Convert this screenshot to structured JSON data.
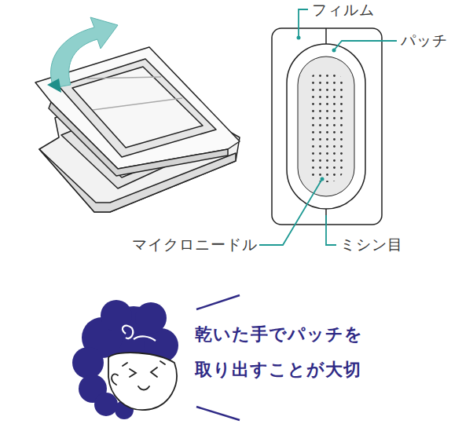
{
  "diagram": {
    "labels": [
      "フィルム",
      "パッチ",
      "マイクロニードル",
      "ミシン目",
      "乾いた手でパッチを 取り出すことが大切"
    ]
  }
}
